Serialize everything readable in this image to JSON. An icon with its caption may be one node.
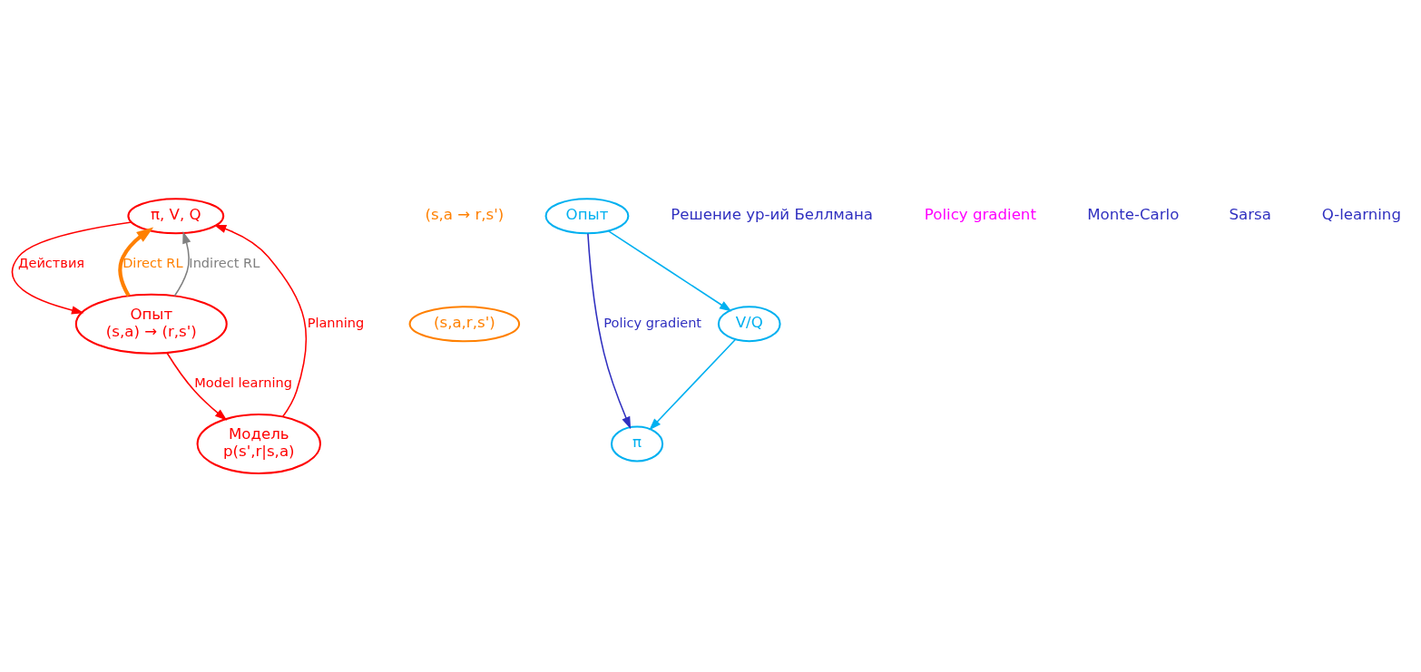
{
  "diagram": {
    "nodes": [
      {
        "text": [
          "π, V, Q"
        ]
      },
      {
        "text": [
          "Опыт",
          "(s,a) → (r,s')"
        ]
      },
      {
        "text": [
          "Модель",
          "p(s',r|s,a)"
        ]
      },
      {
        "text": [
          "(s,a,r,s')"
        ]
      },
      {
        "text": [
          "π"
        ]
      },
      {
        "text": [
          "V/Q"
        ]
      },
      {
        "text": [
          "Опыт"
        ]
      }
    ],
    "edges": [
      {
        "from": 0,
        "to": 1,
        "arrow": "to",
        "label": "Действия",
        "color": "#ff0000"
      },
      {
        "from": 1,
        "to": 2,
        "arrow": "to",
        "label": "Model learning",
        "color": "#ff0000"
      },
      {
        "from": 2,
        "to": 0,
        "arrow": "to",
        "label": "Planning",
        "color": "#ff0000"
      },
      {
        "from": 1,
        "to": 0,
        "arrow": "to",
        "label": "Direct RL",
        "style": "thick",
        "color": "#ff8000"
      },
      {
        "from": 1,
        "to": 0,
        "arrow": "to",
        "label": "Indirect RL",
        "color": "#808080"
      },
      {
        "from": 6,
        "to": 5,
        "arrow": "to",
        "color": "#00b0f0"
      },
      {
        "from": 5,
        "to": 4,
        "arrow": "to",
        "color": "#00b0f0"
      },
      {
        "from": 6,
        "to": 4,
        "arrow": "to",
        "label": "Policy gradient",
        "color": "#3030c0"
      }
    ],
    "labels": [
      "(s,a → r,s')",
      "Решение ур-ий Беллмана",
      "Policy gradient",
      "Monte-Carlo",
      "Sarsa",
      "Q-learning"
    ]
  }
}
